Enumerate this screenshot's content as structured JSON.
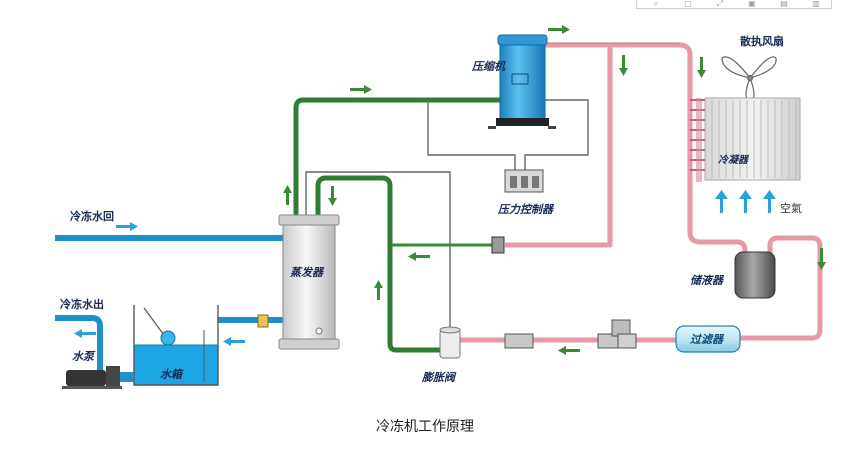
{
  "labels": {
    "compressor": "压缩机",
    "fan": "散执风扇",
    "condenser": "冷凝器",
    "air": "空氣",
    "pressure_controller": "压力控制器",
    "chilled_water_return": "冷冻水回",
    "chilled_water_out": "冷冻水出",
    "evaporator": "蒸发器",
    "pump": "水泵",
    "tank": "水箱",
    "expansion_valve": "膨胀阀",
    "receiver": "储液器",
    "filter": "过滤器"
  },
  "caption": "冷冻机工作原理",
  "colors": {
    "suction_line": "#2e7d32",
    "hot_line": "#e79aa6",
    "water_line": "#1e90cc",
    "flow_arrow_green": "#3a8a3a",
    "flow_arrow_blue": "#2aa0dd",
    "compressor_body": "#34a6e0"
  },
  "toolbar": {
    "icons": [
      "zoom-icon",
      "copy-icon",
      "expand-icon",
      "image-icon",
      "share-icon",
      "download-icon"
    ]
  }
}
